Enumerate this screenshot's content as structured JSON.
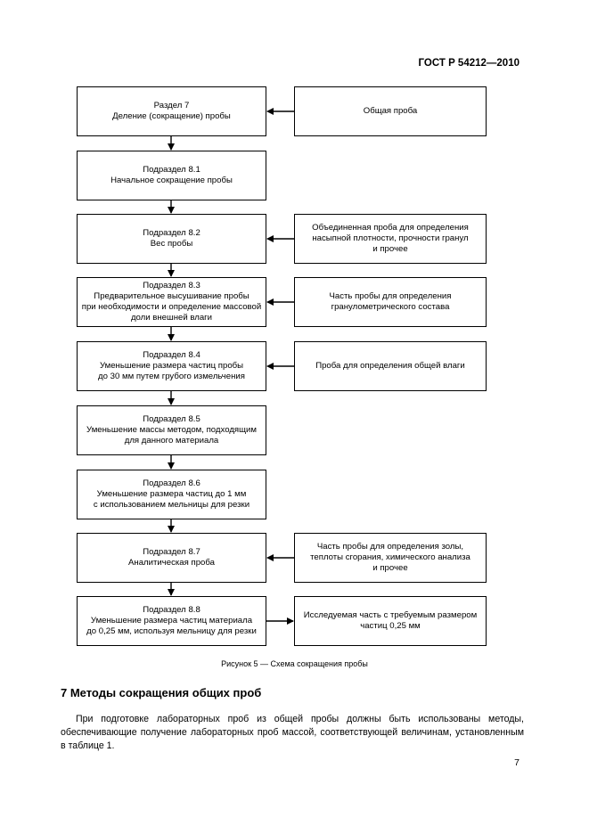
{
  "header": {
    "standard_code": "ГОСТ Р 54212—2010"
  },
  "flowchart": {
    "main_steps": [
      {
        "lines": [
          "Раздел 7",
          "Деление (сокращение) пробы"
        ]
      },
      {
        "lines": [
          "Подраздел 8.1",
          "Начальное сокращение пробы"
        ]
      },
      {
        "lines": [
          "Подраздел 8.2",
          "Вес пробы"
        ]
      },
      {
        "lines": [
          "Подраздел 8.3",
          "Предварительное высушивание пробы",
          "при необходимости и определение массовой",
          "доли внешней влаги"
        ]
      },
      {
        "lines": [
          "Подраздел 8.4",
          "Уменьшение размера частиц пробы",
          "до 30 мм путем грубого измельчения"
        ]
      },
      {
        "lines": [
          "Подраздел 8.5",
          "Уменьшение массы методом, подходящим",
          "для данного материала"
        ]
      },
      {
        "lines": [
          "Подраздел 8.6",
          "Уменьшение размера частиц до 1 мм",
          "с использованием мельницы для резки"
        ]
      },
      {
        "lines": [
          "Подраздел 8.7",
          "Аналитическая проба"
        ]
      },
      {
        "lines": [
          "Подраздел 8.8",
          "Уменьшение размера частиц материала",
          "до 0,25 мм, используя мельницу для резки"
        ]
      }
    ],
    "side_boxes": [
      {
        "step": 0,
        "lines": [
          "Общая проба"
        ]
      },
      {
        "step": 2,
        "lines": [
          "Объединенная проба для определения",
          "насыпной плотности, прочности гранул",
          "и прочее"
        ]
      },
      {
        "step": 3,
        "lines": [
          "Часть пробы для определения",
          "гранулометрического состава"
        ]
      },
      {
        "step": 4,
        "lines": [
          "Проба для определения общей влаги"
        ]
      },
      {
        "step": 7,
        "lines": [
          "Часть пробы для определения золы,",
          "теплоты сгорания, химического анализа",
          "и прочее"
        ]
      },
      {
        "step": 8,
        "lines": [
          "Исследуемая часть с требуемым размером",
          "частиц 0,25 мм"
        ]
      }
    ]
  },
  "caption": "Рисунок 5 — Схема сокращения пробы",
  "section": {
    "title": "7  Методы сокращения общих проб",
    "paragraph": "При подготовке лабораторных проб из общей пробы должны быть использованы методы, обеспечивающие получение лабораторных проб массой, соответствующей величинам, установленным в таблице 1."
  },
  "page_number": "7"
}
